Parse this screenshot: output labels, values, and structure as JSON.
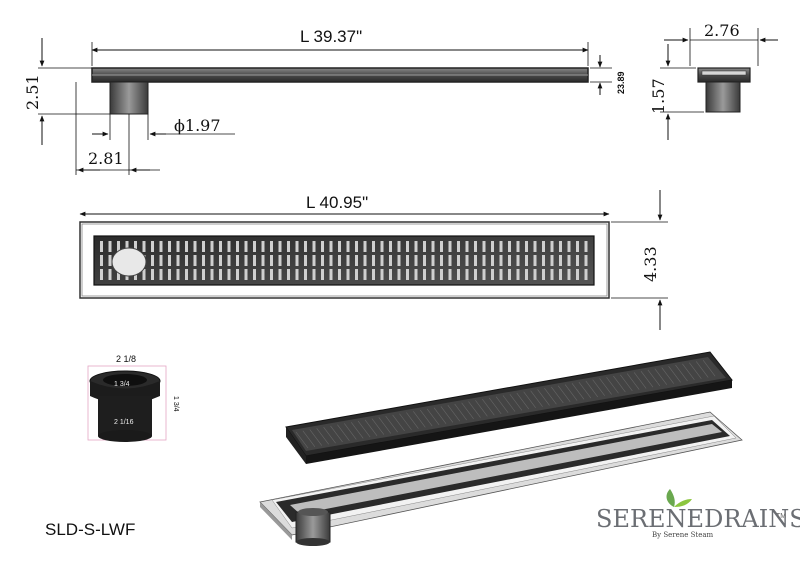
{
  "top_view": {
    "length_label": "L 39.37\"",
    "height_label": "2.51",
    "flange_label": "23.89",
    "outlet_diameter_label": "ϕ1.97",
    "outlet_offset_label": "2.81"
  },
  "end_view": {
    "width_label": "2.76",
    "height_label": "1.57"
  },
  "plan_view": {
    "length_label": "L 40.95\"",
    "width_label": "4.33"
  },
  "fitting": {
    "top_label": "2 1/8",
    "inner_top_label": "1 3/4",
    "inner_bottom_label": "2 1/16",
    "height_label": "1 3/4"
  },
  "model": "SLD-S-LWF",
  "brand": {
    "name": "SERENEDRAINS",
    "tagline": "By Serene Steam",
    "trademark": "TM",
    "leaf_color": "#6aa84f",
    "text_color": "#6b6e73"
  }
}
